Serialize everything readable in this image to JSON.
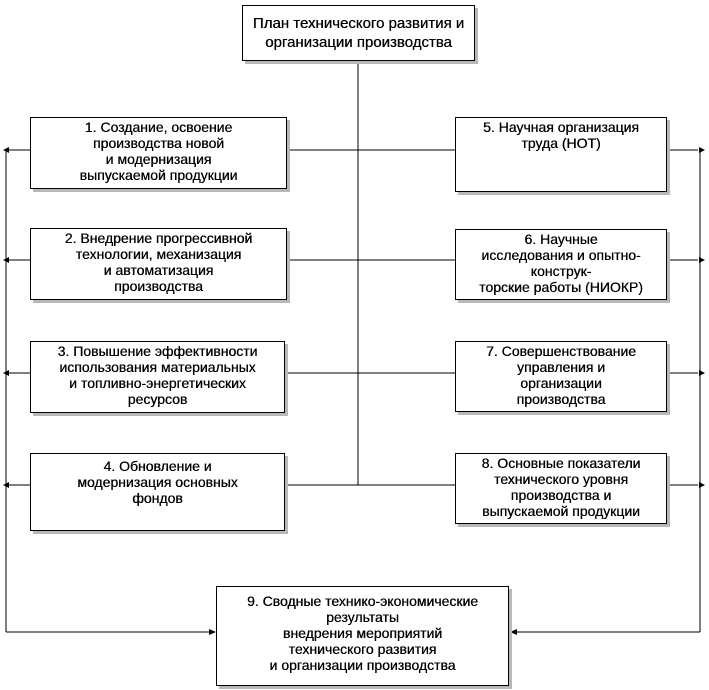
{
  "boxes": {
    "top": [
      "План технического развития и",
      "организации производства"
    ],
    "b1": [
      "1. Создание, освоение",
      "производства новой",
      "и модернизация",
      "выпускаемой продукции"
    ],
    "b2": [
      "2. Внедрение прогрессивной",
      "технологии,  механизация",
      "и автоматизация",
      "производства"
    ],
    "b3": [
      "3. Повышение эффективности",
      "использования материальных",
      "и топливно-энергетических",
      "ресурсов"
    ],
    "b4": [
      "4. Обновление  и",
      "модернизация  основных",
      "фондов"
    ],
    "b5": [
      "5. Научная организация",
      "труда (НОТ)"
    ],
    "b6": [
      "6. Научные",
      "исследования и опытно-",
      "конструк-",
      "торские работы (НИОКР)"
    ],
    "b7": [
      "7. Совершенствование",
      "управления и",
      "организации",
      "производства"
    ],
    "b8": [
      "8. Основные показатели",
      "технического уровня",
      "производства и",
      "выпускаемой продукции"
    ],
    "b9": [
      "9. Сводные технико-экономические",
      "результаты",
      "внедрения мероприятий",
      "технического развития",
      "и организации производства"
    ]
  }
}
